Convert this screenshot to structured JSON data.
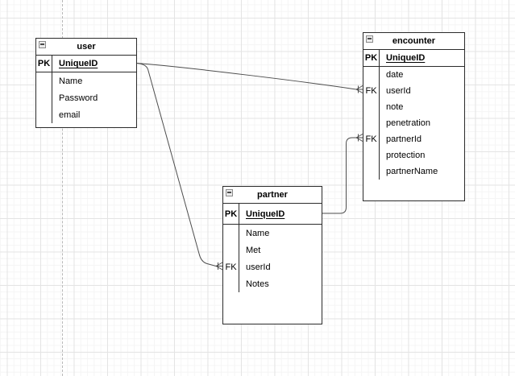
{
  "canvas": {
    "background": "#ffffff",
    "grid_minor_color": "#f5f5f5",
    "grid_major_color": "#e4e4e4",
    "page_divider_color": "#b8b8b8",
    "table_border_color": "#2b2b2b",
    "relation_line_color": "#4d4d4d"
  },
  "icons": {
    "collapse": "minus-square"
  },
  "tables": [
    {
      "title": "user",
      "pk": {
        "key": "PK",
        "field": "UniqueID"
      },
      "fields": [
        {
          "key": "",
          "name": "Name"
        },
        {
          "key": "",
          "name": "Password"
        },
        {
          "key": "",
          "name": "email"
        }
      ]
    },
    {
      "title": "partner",
      "pk": {
        "key": "PK",
        "field": "UniqueID"
      },
      "fields": [
        {
          "key": "",
          "name": "Name"
        },
        {
          "key": "",
          "name": "Met"
        },
        {
          "key": "FK",
          "name": "userId"
        },
        {
          "key": "",
          "name": "Notes"
        }
      ]
    },
    {
      "title": "encounter",
      "pk": {
        "key": "PK",
        "field": "UniqueID"
      },
      "fields": [
        {
          "key": "",
          "name": "date"
        },
        {
          "key": "FK",
          "name": "userId"
        },
        {
          "key": "",
          "name": "note"
        },
        {
          "key": "",
          "name": "penetration"
        },
        {
          "key": "FK",
          "name": "partnerId"
        },
        {
          "key": "",
          "name": "protection"
        },
        {
          "key": "",
          "name": "partnerName"
        }
      ]
    }
  ],
  "relations": [
    {
      "from": "user.UniqueID",
      "to": "encounter.userId",
      "cardinality": "one-to-many",
      "end_marker": "crows-foot"
    },
    {
      "from": "user.UniqueID",
      "to": "partner.userId",
      "cardinality": "one-to-many",
      "end_marker": "crows-foot"
    },
    {
      "from": "partner.UniqueID",
      "to": "encounter.partnerId",
      "cardinality": "one-to-many",
      "end_marker": "crows-foot"
    }
  ]
}
